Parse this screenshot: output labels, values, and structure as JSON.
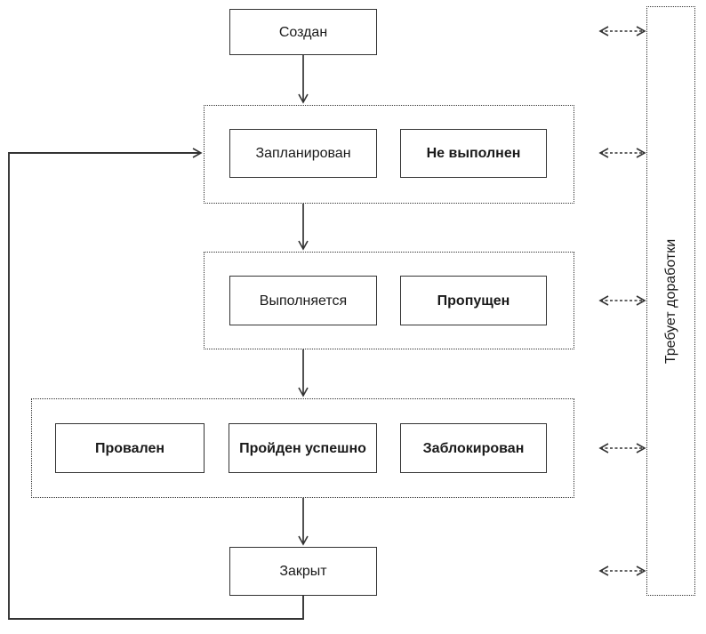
{
  "diagram": {
    "type": "state-flowchart",
    "language": "ru",
    "nodes": {
      "created": {
        "label": "Создан"
      },
      "planned": {
        "label": "Запланирован"
      },
      "not_executed": {
        "label": "Не выполнен"
      },
      "in_progress": {
        "label": "Выполняется"
      },
      "skipped": {
        "label": "Пропущен"
      },
      "failed": {
        "label": "Провален"
      },
      "passed": {
        "label": "Пройден успешно"
      },
      "blocked": {
        "label": "Заблокирован"
      },
      "closed": {
        "label": "Закрыт"
      },
      "needs_rework": {
        "label": "Требует доработки"
      }
    },
    "edges": [
      {
        "from": "created",
        "to": "planned-group",
        "style": "solid-arrow"
      },
      {
        "from": "planned-group",
        "to": "in-progress-group",
        "style": "solid-arrow"
      },
      {
        "from": "in-progress-group",
        "to": "result-group",
        "style": "solid-arrow"
      },
      {
        "from": "result-group",
        "to": "closed",
        "style": "solid-arrow"
      },
      {
        "from": "closed",
        "to": "planned-group",
        "style": "solid-arrow-loop"
      },
      {
        "from": "created",
        "to": "needs_rework",
        "style": "dashed-double-arrow"
      },
      {
        "from": "planned-group",
        "to": "needs_rework",
        "style": "dashed-double-arrow"
      },
      {
        "from": "in-progress-group",
        "to": "needs_rework",
        "style": "dashed-double-arrow"
      },
      {
        "from": "result-group",
        "to": "needs_rework",
        "style": "dashed-double-arrow"
      },
      {
        "from": "closed",
        "to": "needs_rework",
        "style": "dashed-double-arrow"
      }
    ],
    "colors": {
      "line": "#333333",
      "box_border": "#333333",
      "box_fill": "#ffffff",
      "text": "#1a1a1a",
      "background": "#ffffff"
    }
  }
}
